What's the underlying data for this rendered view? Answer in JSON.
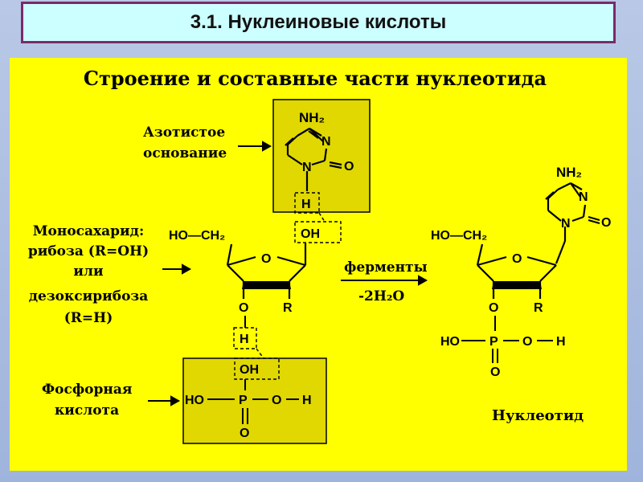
{
  "slide_title": "3.1. Нуклеиновые кислоты",
  "diagram": {
    "heading": "Строение и составные части нуклеотида",
    "labels": {
      "base": [
        "Азотистое",
        "основание"
      ],
      "sugar": [
        "Моносахарид:",
        "рибоза (R=OH)",
        "или",
        "дезоксирибоза",
        "(R=H)"
      ],
      "acid": [
        "Фосфорная",
        "кислота"
      ],
      "product": "Нуклеотид"
    },
    "reaction": {
      "top": "ферменты",
      "bottom": "-2H₂O"
    },
    "atoms": {
      "nh2": "NH₂",
      "n": "N",
      "o": "O",
      "h": "H",
      "oh": "OH",
      "r": "R",
      "ho_ch2": "HO—CH₂",
      "phosphate": [
        "HO",
        "P",
        "O",
        "H"
      ]
    }
  }
}
